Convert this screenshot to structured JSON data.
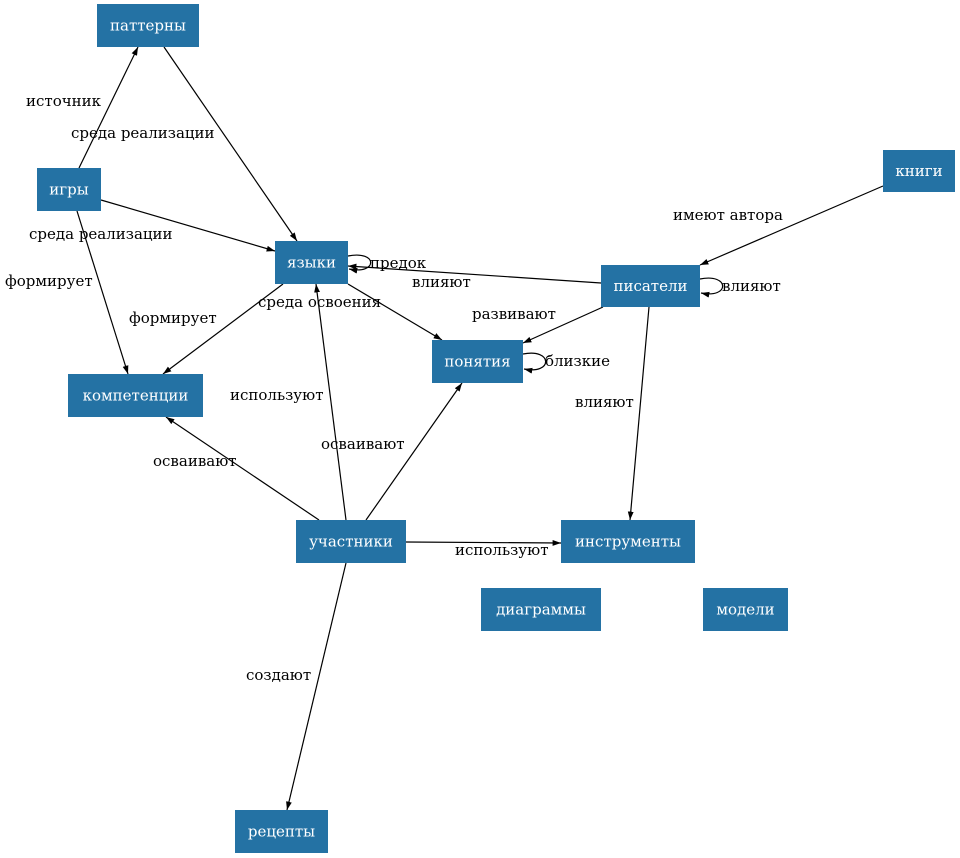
{
  "diagram": {
    "type": "directed-graph",
    "node_color": "#2472a4",
    "node_text_color": "#ffffff",
    "edge_color": "#000000",
    "nodes": [
      {
        "id": "patterns",
        "label": "паттерны"
      },
      {
        "id": "games",
        "label": "игры"
      },
      {
        "id": "languages",
        "label": "языки"
      },
      {
        "id": "writers",
        "label": "писатели"
      },
      {
        "id": "books",
        "label": "книги"
      },
      {
        "id": "concepts",
        "label": "понятия"
      },
      {
        "id": "competencies",
        "label": "компетенции"
      },
      {
        "id": "participants",
        "label": "участники"
      },
      {
        "id": "tools",
        "label": "инструменты"
      },
      {
        "id": "diagrams",
        "label": "диаграммы"
      },
      {
        "id": "models",
        "label": "модели"
      },
      {
        "id": "recipes",
        "label": "рецепты"
      }
    ],
    "edges": [
      {
        "from": "games",
        "to": "patterns",
        "label": "источник"
      },
      {
        "from": "patterns",
        "to": "languages",
        "label": "среда реализации"
      },
      {
        "from": "games",
        "to": "languages",
        "label": "среда реализации"
      },
      {
        "from": "games",
        "to": "competencies",
        "label": "формирует"
      },
      {
        "from": "languages",
        "to": "languages",
        "label": "предок"
      },
      {
        "from": "writers",
        "to": "languages",
        "label": "влияют"
      },
      {
        "from": "languages",
        "to": "concepts",
        "label": "среда освоения"
      },
      {
        "from": "languages",
        "to": "competencies",
        "label": "формирует"
      },
      {
        "from": "books",
        "to": "writers",
        "label": "имеют автора"
      },
      {
        "from": "writers",
        "to": "writers",
        "label": "влияют"
      },
      {
        "from": "writers",
        "to": "concepts",
        "label": "развивают"
      },
      {
        "from": "writers",
        "to": "tools",
        "label": "влияют"
      },
      {
        "from": "concepts",
        "to": "concepts",
        "label": "близкие"
      },
      {
        "from": "participants",
        "to": "languages",
        "label": "используют"
      },
      {
        "from": "participants",
        "to": "concepts",
        "label": "осваивают"
      },
      {
        "from": "participants",
        "to": "competencies",
        "label": "осваивают"
      },
      {
        "from": "participants",
        "to": "tools",
        "label": "используют"
      },
      {
        "from": "participants",
        "to": "recipes",
        "label": "создают"
      }
    ]
  }
}
